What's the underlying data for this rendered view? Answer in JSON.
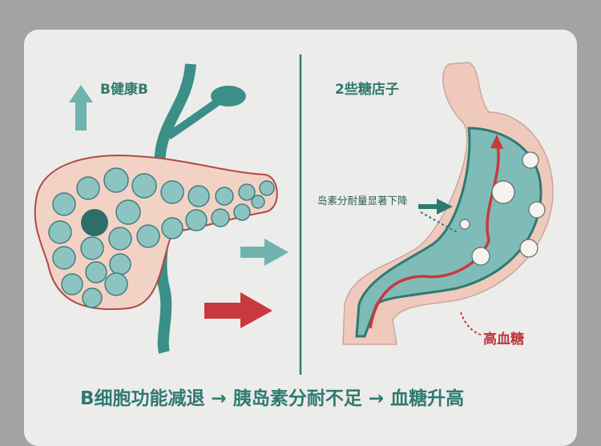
{
  "left_panel": {
    "title": "B健康B"
  },
  "right_panel": {
    "title": "2些糖店子",
    "annotation_insulin": "岛素分耐量显著下降",
    "annotation_sugar": "高血糖"
  },
  "caption": "B细胞功能减退 → 胰岛素分耐不足 → 血糖升高",
  "colors": {
    "teal": "#2f7a70",
    "light_teal": "#6fb3ae",
    "red": "#c9383c",
    "pink": "#f0c9bd",
    "card": "#ececea"
  }
}
